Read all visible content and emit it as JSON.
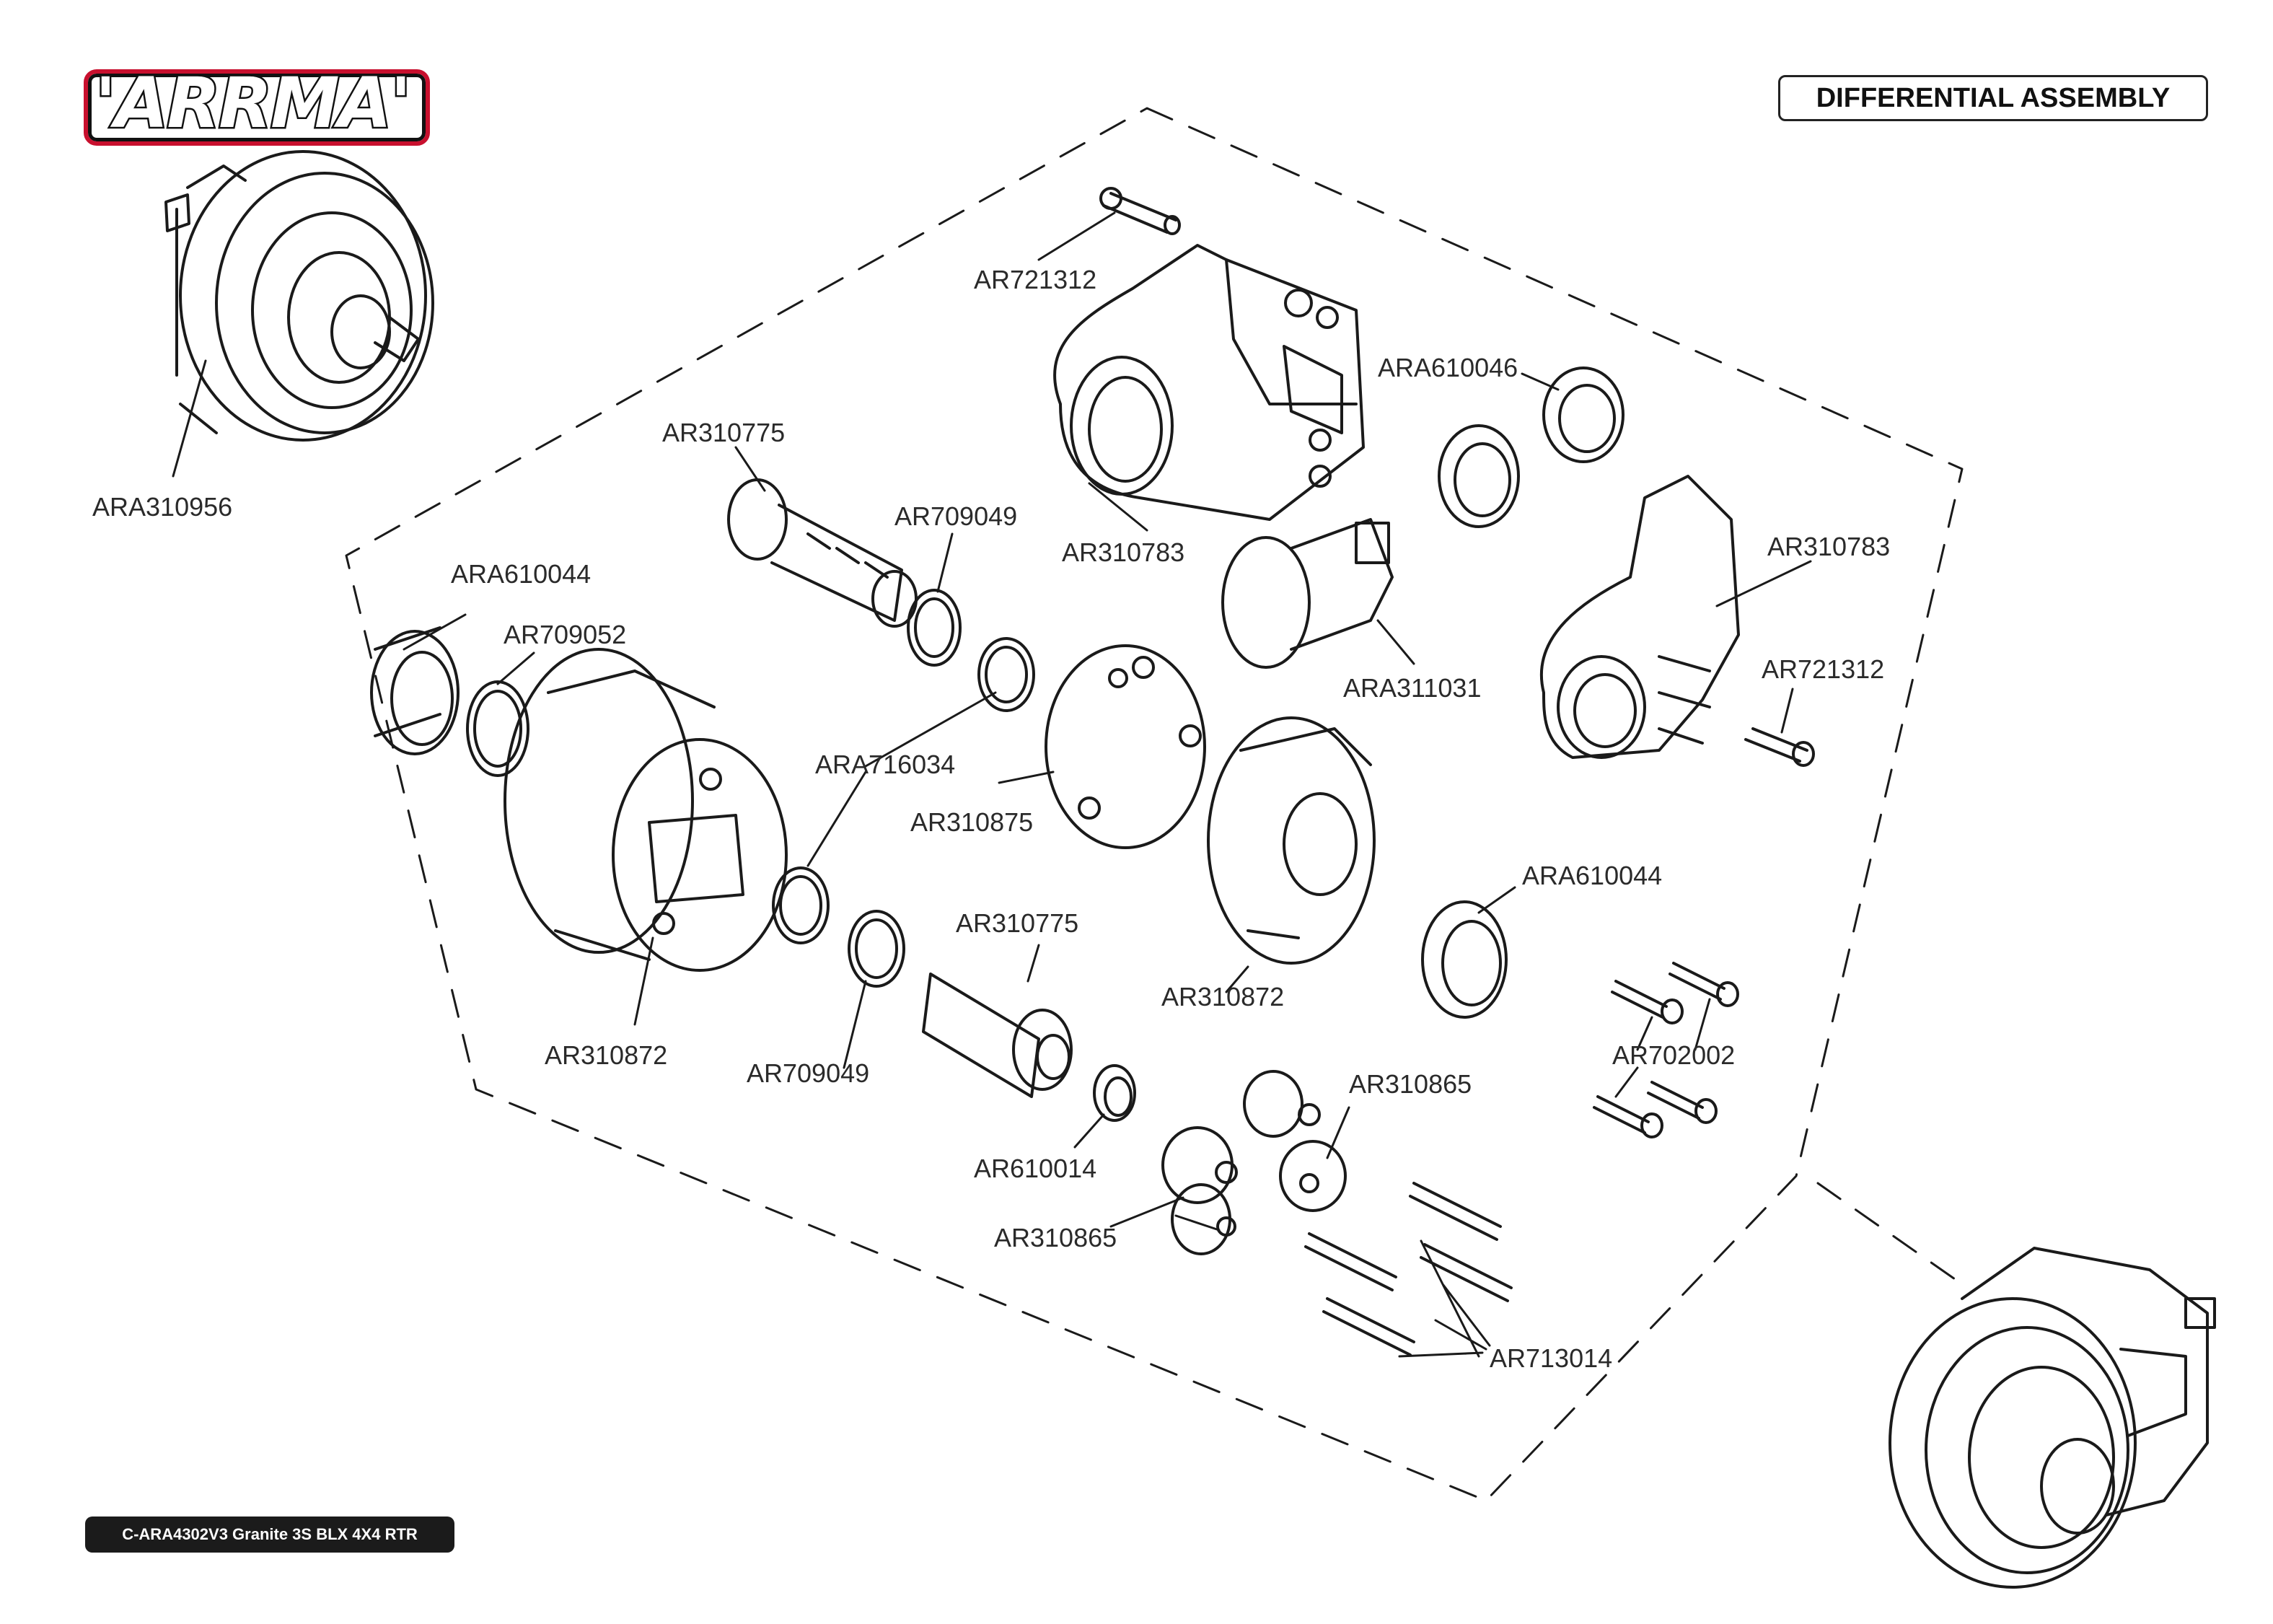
{
  "brand": {
    "logo_text": "'ARRMA'"
  },
  "header": {
    "title": "DIFFERENTIAL ASSEMBLY"
  },
  "footer": {
    "model_code": "C-ARA4302V3 Granite 3S BLX 4X4 RTR"
  },
  "colors": {
    "line": "#1a1a1a",
    "label": "#2a2a2a",
    "logo_red": "#c8102e",
    "footer_bg": "#1b1b1b"
  },
  "callouts": [
    {
      "id": "c1",
      "text": "AR721312"
    },
    {
      "id": "c2",
      "text": "ARA310956"
    },
    {
      "id": "c3",
      "text": "ARA610046"
    },
    {
      "id": "c4",
      "text": "AR310775"
    },
    {
      "id": "c5",
      "text": "AR709049"
    },
    {
      "id": "c6",
      "text": "AR310783"
    },
    {
      "id": "c7",
      "text": "AR310783"
    },
    {
      "id": "c8",
      "text": "ARA610044"
    },
    {
      "id": "c9",
      "text": "AR709052"
    },
    {
      "id": "c10",
      "text": "ARA311031"
    },
    {
      "id": "c11",
      "text": "AR721312"
    },
    {
      "id": "c12",
      "text": "ARA716034"
    },
    {
      "id": "c13",
      "text": "AR310875"
    },
    {
      "id": "c14",
      "text": "ARA610044"
    },
    {
      "id": "c15",
      "text": "AR310775"
    },
    {
      "id": "c16",
      "text": "AR310872"
    },
    {
      "id": "c17",
      "text": "AR702002"
    },
    {
      "id": "c18",
      "text": "AR310872"
    },
    {
      "id": "c19",
      "text": "AR709049"
    },
    {
      "id": "c20",
      "text": "AR310865"
    },
    {
      "id": "c21",
      "text": "AR610014"
    },
    {
      "id": "c22",
      "text": "AR310865"
    },
    {
      "id": "c23",
      "text": "AR713014"
    }
  ]
}
